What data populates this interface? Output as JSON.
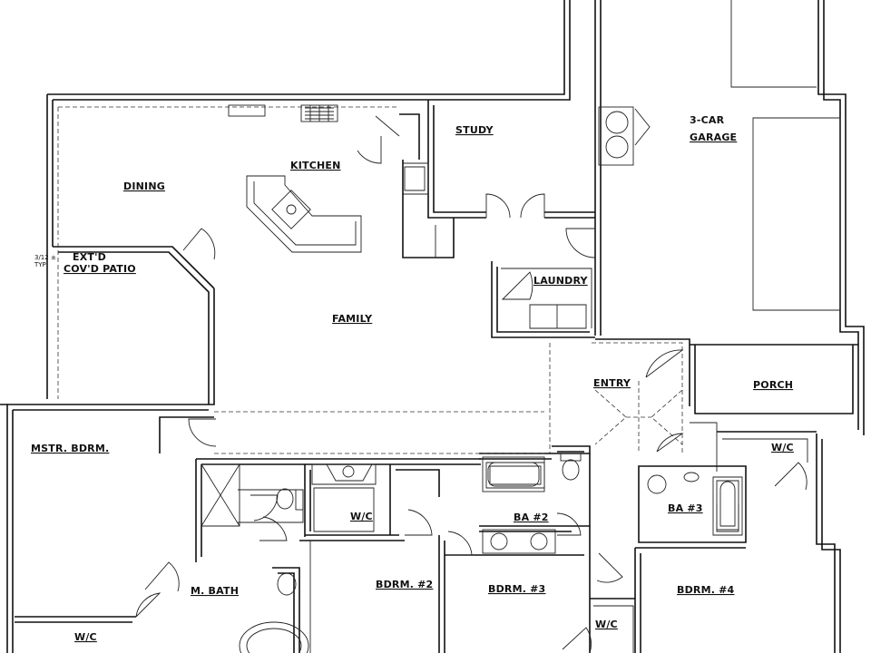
{
  "plan": {
    "rooms": {
      "dining": "DINING",
      "kitchen": "KITCHEN",
      "study": "STUDY",
      "garage_line1": "3-CAR",
      "garage_line2": "GARAGE",
      "patio_line1": "EXT'D",
      "patio_line2": "COV'D PATIO",
      "family": "FAMILY",
      "laundry": "LAUNDRY",
      "entry": "ENTRY",
      "porch": "PORCH",
      "master_bedroom": "MSTR. BDRM.",
      "master_bath": "M. BATH",
      "wic_master": "W/C",
      "wic_hall": "W/C",
      "wic_bed4": "W/C",
      "wic_bottom": "W/C",
      "bath2": "BA #2",
      "bath3": "BA #3",
      "bedroom2": "BDRM. #2",
      "bedroom3": "BDRM. #3",
      "bedroom4": "BDRM. #4"
    },
    "notes": {
      "patio_dimension": "3/12 ±",
      "patio_dimension_2": "TYP"
    }
  }
}
